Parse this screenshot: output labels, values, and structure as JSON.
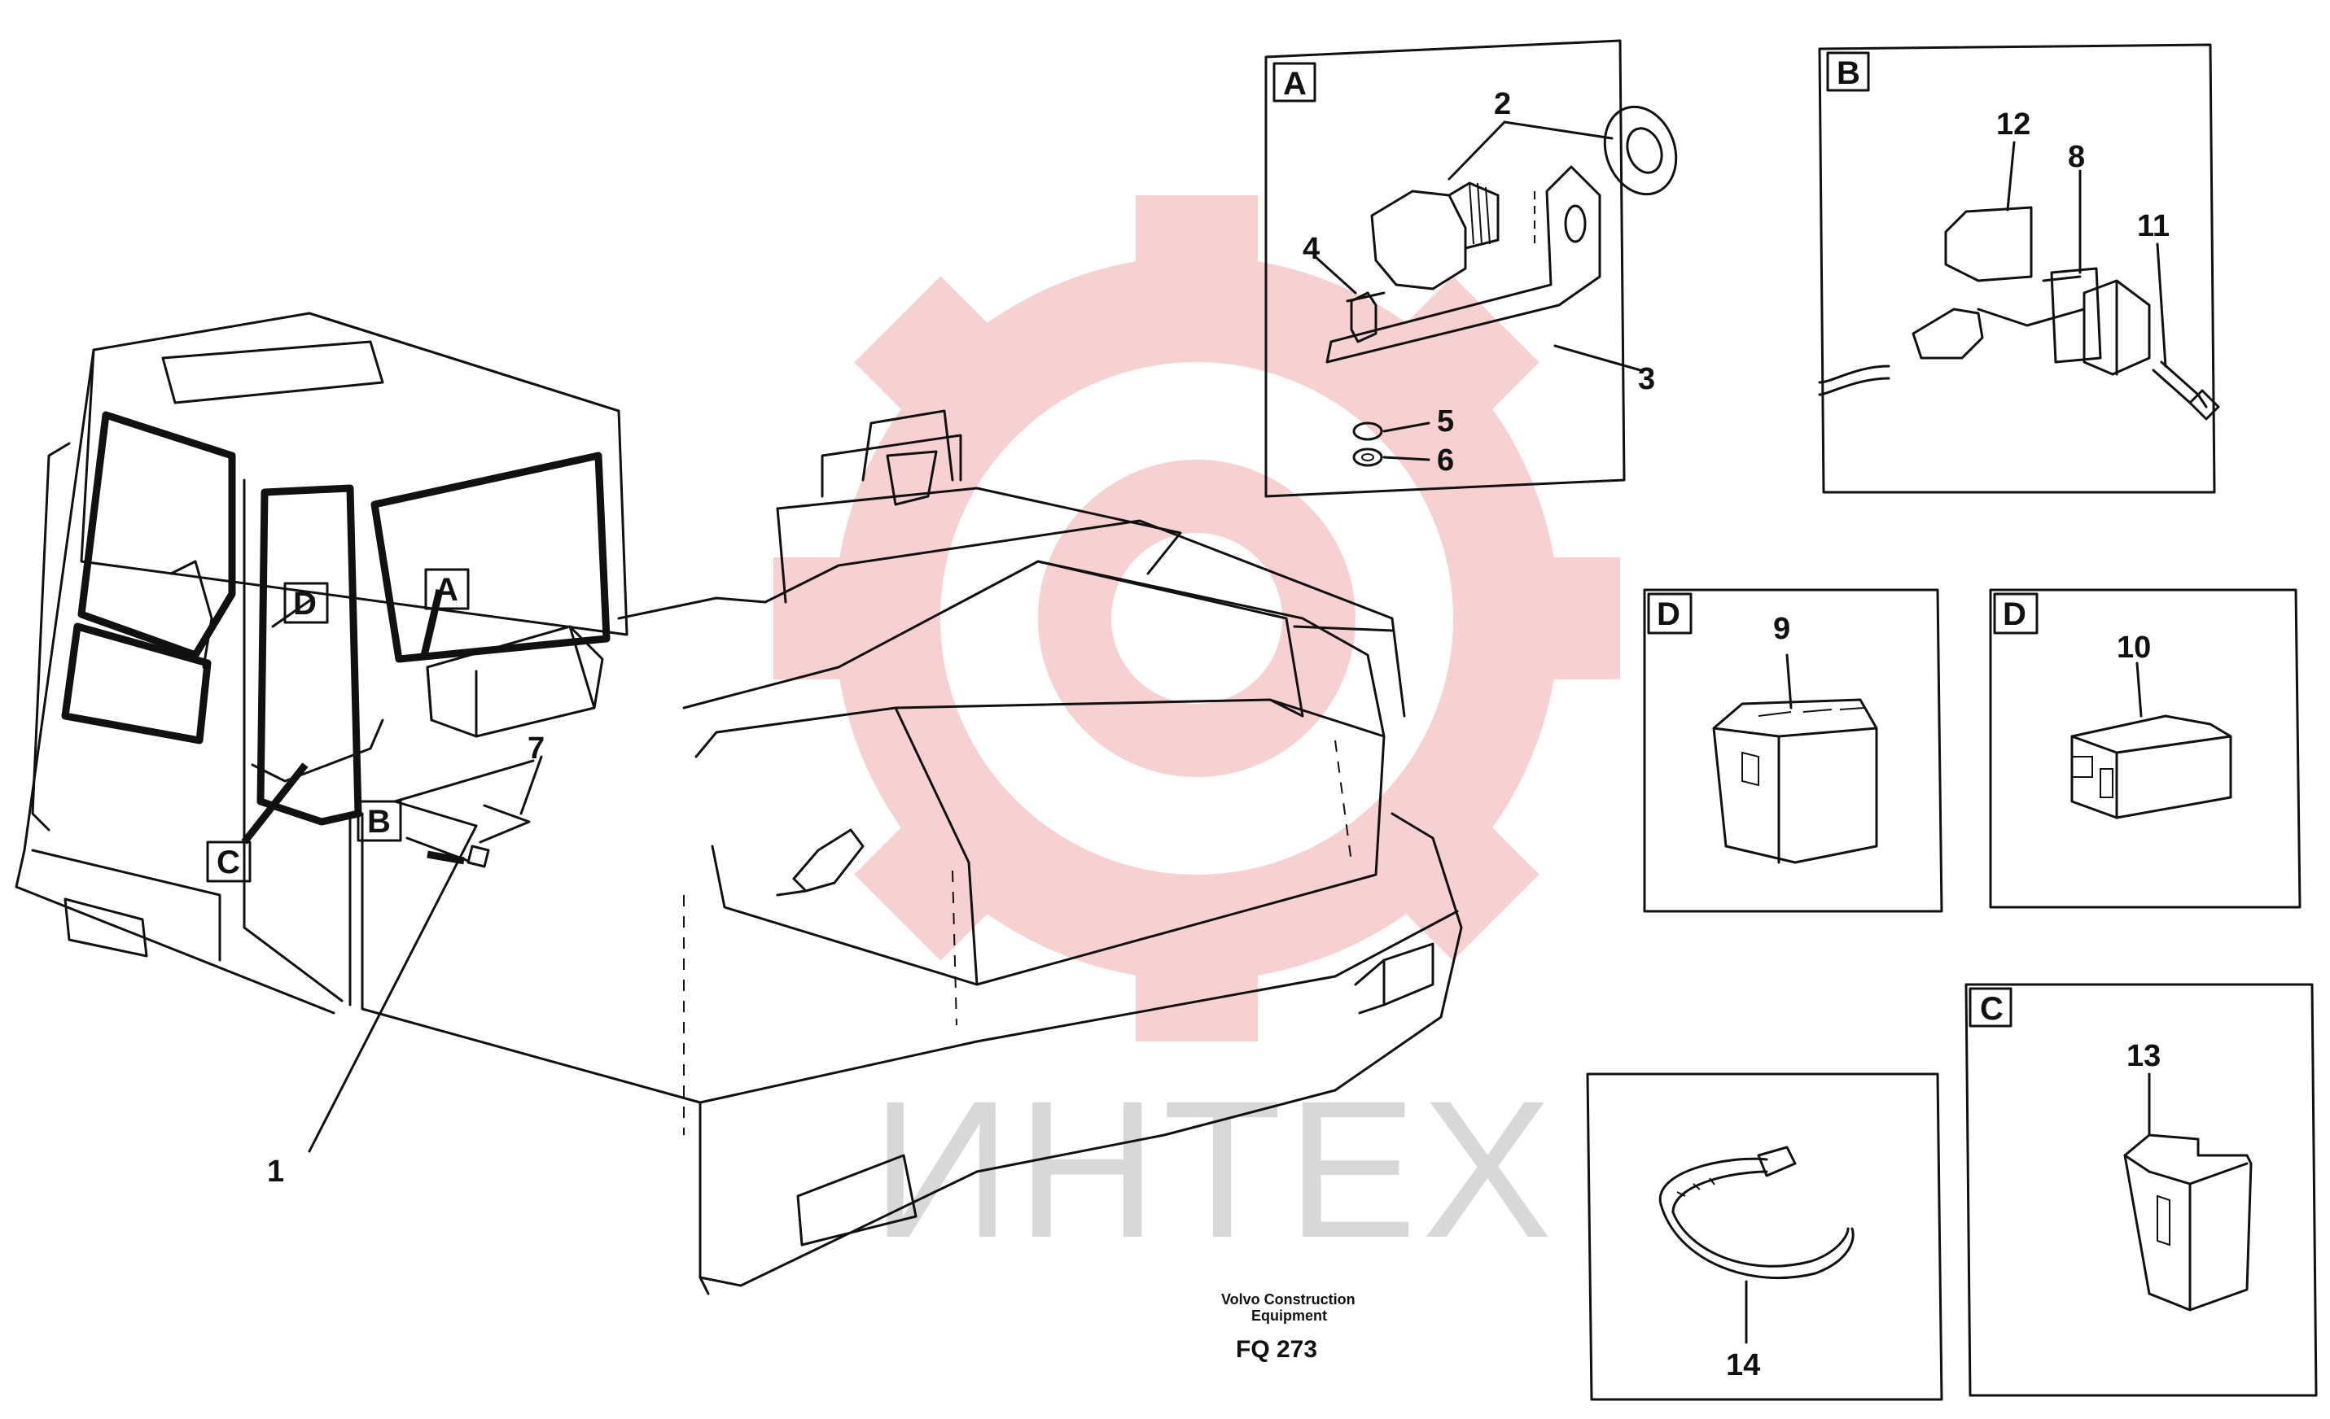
{
  "watermark": {
    "text": "ИНТЕХ",
    "gear_color": "#f6c9c9",
    "text_color": "#d8d8d8"
  },
  "callouts": [
    "1",
    "2",
    "3",
    "4",
    "5",
    "6",
    "7",
    "8",
    "9",
    "10",
    "11",
    "12",
    "13",
    "14"
  ],
  "detail_keys": [
    "A",
    "B",
    "C",
    "D"
  ],
  "panels": [
    {
      "key": "A",
      "parts": [
        "2",
        "3",
        "4",
        "5",
        "6"
      ]
    },
    {
      "key": "B",
      "parts": [
        "12",
        "8",
        "11"
      ]
    },
    {
      "key": "D",
      "parts": [
        "9"
      ]
    },
    {
      "key": "D",
      "parts": [
        "10"
      ]
    },
    {
      "key": "C",
      "parts": [
        "13"
      ]
    },
    {
      "key": "",
      "parts": [
        "14"
      ]
    }
  ],
  "caption": {
    "line1": "Volvo Construction",
    "line2": "Equipment",
    "code": "FQ 273"
  }
}
